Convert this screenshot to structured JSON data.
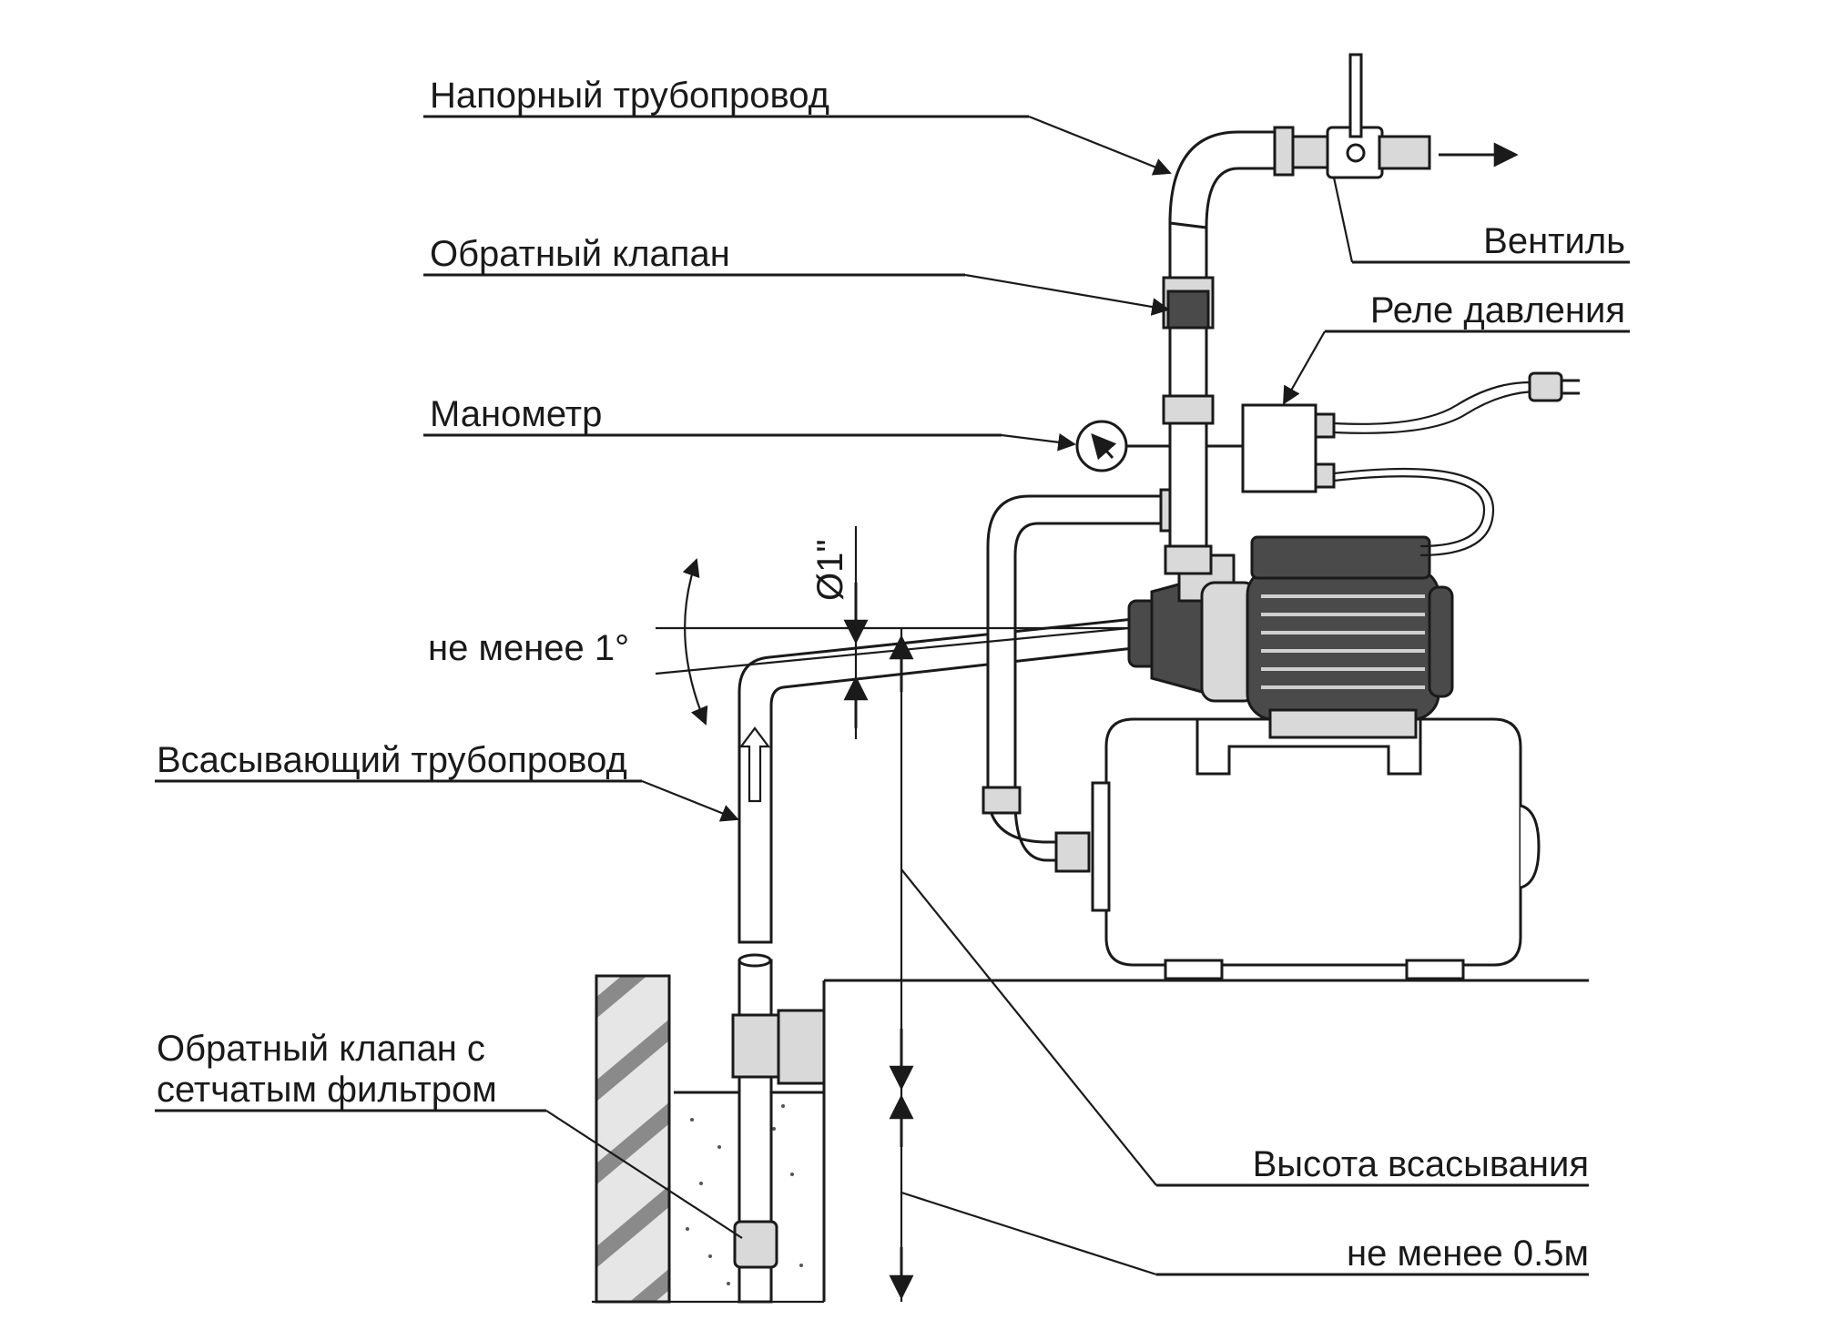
{
  "labels": {
    "discharge_pipe": "Напорный трубопровод",
    "check_valve": "Обратный клапан",
    "valve": "Вентиль",
    "pressure_switch": "Реле давления",
    "manometer": "Манометр",
    "min_slope": "не менее 1°",
    "diameter": "Ø1\"",
    "suction_pipe": "Всасывающий трубопровод",
    "foot_valve_line1": "Обратный клапан с",
    "foot_valve_line2": "сетчатым фильтром",
    "suction_height": "Высота всасывания",
    "min_depth": "не менее 0.5м"
  }
}
